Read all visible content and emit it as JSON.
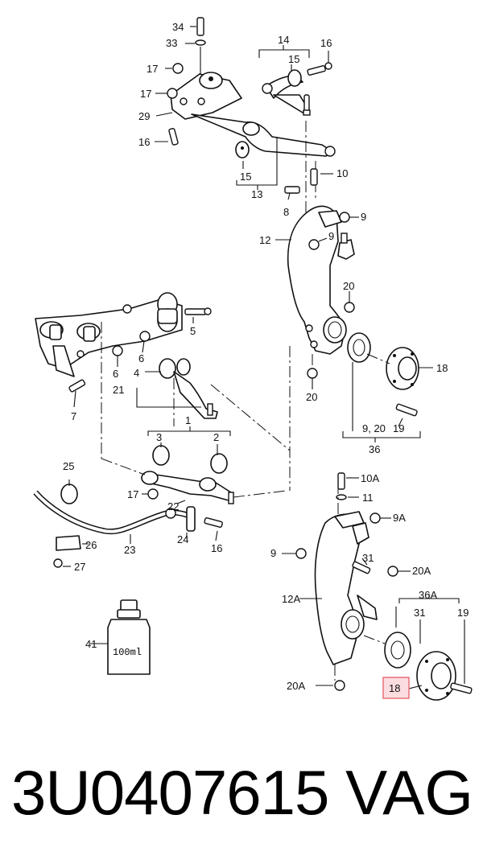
{
  "callouts": {
    "c34": "34",
    "c33": "33",
    "c17a": "17",
    "c17b": "17",
    "c29": "29",
    "c16a": "16",
    "c14": "14",
    "c15a": "15",
    "c16b": "16",
    "c15b": "15",
    "c13": "13",
    "c10": "10",
    "c8": "8",
    "c9a": "9",
    "c12": "12",
    "c9b": "9",
    "c20a": "20",
    "c5": "5",
    "c6a": "6",
    "c6b": "6",
    "c4": "4",
    "c21": "21",
    "c7": "7",
    "c18": "18",
    "c20b": "20",
    "c920": "9, 20",
    "c19": "19",
    "c36": "36",
    "c1": "1",
    "c3": "3",
    "c2": "2",
    "c25": "25",
    "c17c": "17",
    "c22": "22",
    "c26": "26",
    "c24": "24",
    "c23": "23",
    "c16c": "16",
    "c27": "27",
    "c10A": "10A",
    "c11": "11",
    "c9A": "9A",
    "c9c": "9",
    "c31a": "31",
    "c20A1": "20A",
    "c12A": "12A",
    "c36A": "36A",
    "c31b": "31",
    "c19b": "19",
    "c41": "41",
    "c20A2": "20A",
    "c18h": "18"
  },
  "bottle_label": "100ml",
  "highlight_color": "#e8707a",
  "footer": {
    "part_number": "3U0407615",
    "brand": "VAG"
  }
}
